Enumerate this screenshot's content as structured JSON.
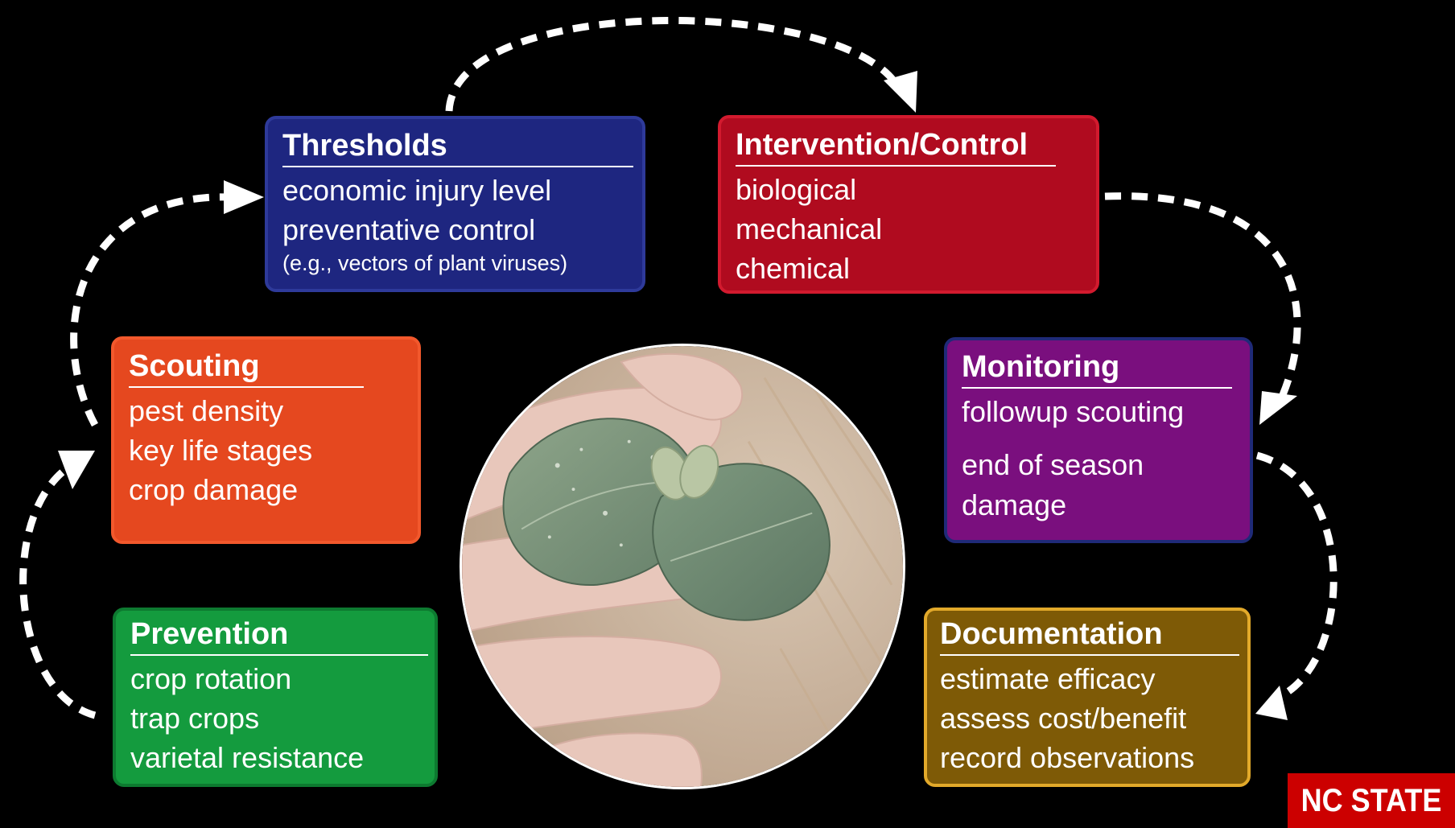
{
  "boxes": {
    "thresholds": {
      "title": "Thresholds",
      "items": [
        "economic injury level",
        "preventative control",
        "(e.g., vectors of plant viruses)"
      ],
      "color": "#1e2680"
    },
    "intervention": {
      "title": "Intervention/Control",
      "items": [
        "biological",
        "mechanical",
        "chemical"
      ],
      "color": "#b00b1f"
    },
    "scouting": {
      "title": "Scouting",
      "items": [
        "pest density",
        "key life stages",
        "crop damage"
      ],
      "color": "#e5481f"
    },
    "monitoring": {
      "title": "Monitoring",
      "items": [
        "followup scouting",
        "end of season",
        "damage"
      ],
      "color": "#7a0f7e"
    },
    "prevention": {
      "title": "Prevention",
      "items": [
        "crop rotation",
        "trap crops",
        "varietal resistance"
      ],
      "color": "#149b3e"
    },
    "documentation": {
      "title": "Documentation",
      "items": [
        "estimate efficacy",
        "assess cost/benefit",
        "record observations"
      ],
      "color": "#7e5a06"
    }
  },
  "photo": {
    "subject": "soybean-seedling-in-hand"
  },
  "logo": {
    "text": "NC STATE",
    "color": "#cc0000"
  },
  "arrows": {
    "style": "dashed",
    "color": "#ffffff"
  }
}
